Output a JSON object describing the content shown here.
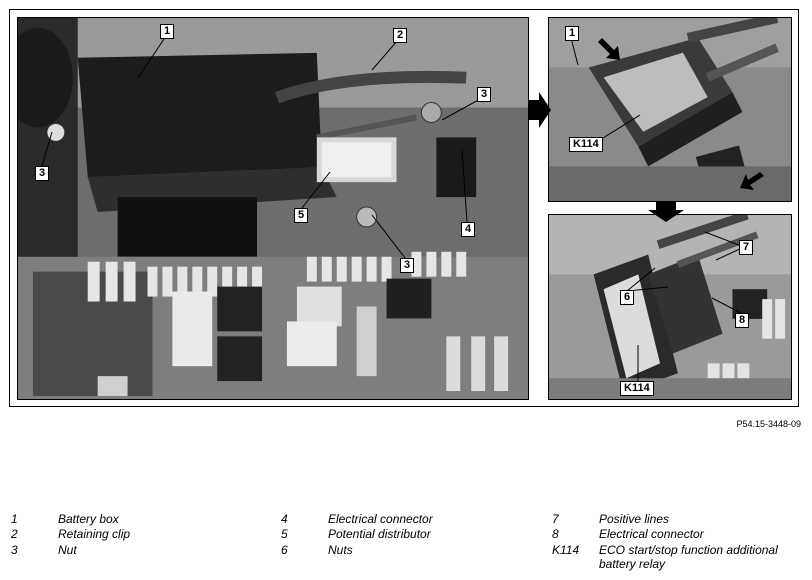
{
  "figure_id": "P54.15-3448-09",
  "callouts": {
    "main": [
      "1",
      "2",
      "3",
      "3",
      "3",
      "4",
      "5"
    ],
    "top": [
      "1",
      "K114"
    ],
    "bottom": [
      "7",
      "6",
      "8",
      "K114"
    ]
  },
  "legend": [
    {
      "num": "1",
      "text": "Battery box"
    },
    {
      "num": "2",
      "text": "Retaining clip"
    },
    {
      "num": "3",
      "text": "Nut"
    },
    {
      "num": "4",
      "text": "Electrical connector"
    },
    {
      "num": "5",
      "text": "Potential distributor"
    },
    {
      "num": "6",
      "text": "Nuts"
    },
    {
      "num": "7",
      "text": "Positive lines"
    },
    {
      "num": "8",
      "text": "Electrical connector"
    },
    {
      "num": "K114",
      "text": "ECO start/stop function additional",
      "text2": "battery relay"
    }
  ]
}
